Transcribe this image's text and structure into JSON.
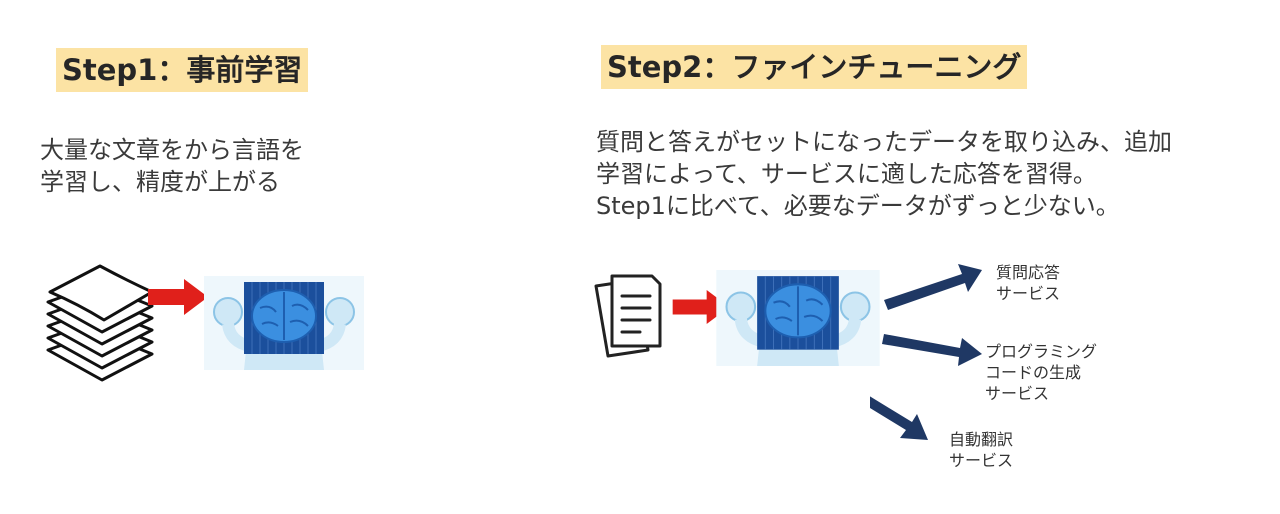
{
  "step1": {
    "title": "Step1：事前学習",
    "desc_line1": "大量な文章をから言語を",
    "desc_line2": "学習し、精度が上がる"
  },
  "step2": {
    "title": "Step2：ファインチューニング",
    "desc_line1": "質問と答えがセットになったデータを取り込み、追加",
    "desc_line2": "学習によって、サービスに適した応答を習得。",
    "desc_line3": "Step1に比べて、必要なデータがずっと少ない。"
  },
  "outputs": [
    {
      "line1": "質問応答",
      "line2": "サービス"
    },
    {
      "line1": "プログラミング",
      "line2": "コードの生成",
      "line3": "サービス"
    },
    {
      "line1": "自動翻訳",
      "line2": "サービス"
    }
  ],
  "icons": {
    "paper_stack": "paper-stack-icon",
    "document": "document-icon",
    "brain": "brain-icon",
    "arrow_red": "red-arrow-icon",
    "arrow_navy": "navy-arrow-icon"
  },
  "colors": {
    "title_highlight": "#fce3a4",
    "red_arrow": "#e0201b",
    "navy_arrow": "#1f3864",
    "brain_blue": "#2f7fd6",
    "panel_blue": "#1b4f9c",
    "body_light_blue": "#cfe8f6"
  }
}
